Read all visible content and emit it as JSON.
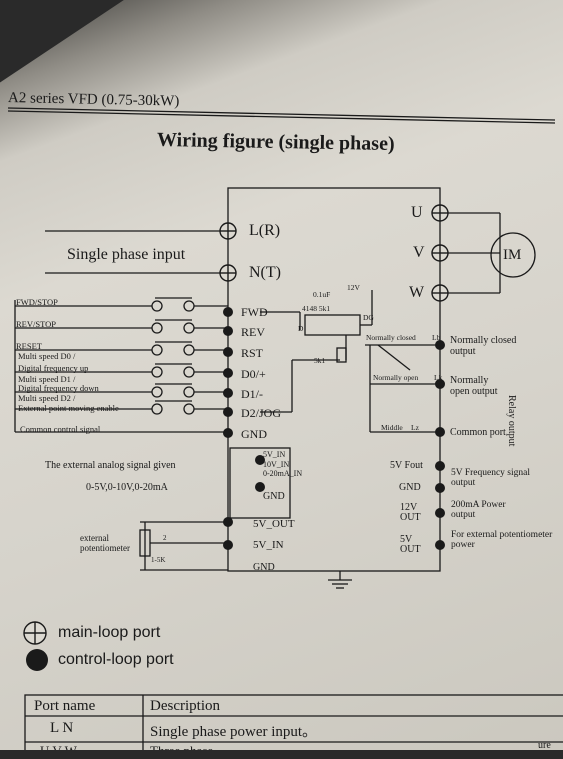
{
  "header": {
    "title": "A2   series VFD (0.75-30kW)"
  },
  "figure_title": "Wiring figure (single phase)",
  "input": {
    "label": "Single phase input",
    "l_port": "L(R)",
    "n_port": "N(T)"
  },
  "motor": {
    "label": "IM",
    "u": "U",
    "v": "V",
    "w": "W"
  },
  "left_signals": [
    "FWD/STOP",
    "REV/STOP",
    "RESET",
    "Multi speed D0 /",
    "Digital frequency  up",
    "Multi speed D1 /",
    "Digital frequency  down",
    "Multi speed D2 /",
    "External point moving enable",
    "Common control signal"
  ],
  "terminals": [
    "FWD",
    "REV",
    "RST",
    "D0/+",
    "D1/-",
    "D2/JOG",
    "GND"
  ],
  "relay": {
    "cap": "0.1uF",
    "v12": "12V",
    "diode": "4148 5k1",
    "dg": "DG",
    "d": "D",
    "r": "5k1",
    "nc": "Normally closed",
    "no": "Normally open",
    "mid": "Middle",
    "lb": "Lb",
    "lk": "Lk",
    "lz": "Lz"
  },
  "outputs": {
    "nc": "Normally closed output",
    "no": "Normally open output",
    "common": "Common port",
    "relay": "Relay output"
  },
  "analog": {
    "title": "The external analog signal given",
    "range": "0-5V,0-10V,0-20mA",
    "in1": "5V_IN",
    "in2": "10V_IN",
    "in3": "0-20mA_IN",
    "gnd": "GND"
  },
  "freq": {
    "term5v": "5V Fout",
    "gnd": "GND",
    "desc": "5V Frequency signal output"
  },
  "power12": {
    "term": "12V OUT",
    "desc": "200mA Power output"
  },
  "power5": {
    "term": "5V OUT",
    "desc": "For external potentiometer power"
  },
  "pot": {
    "label": "external potentiometer",
    "r": "1-5K",
    "pin": "2",
    "out": "5V_OUT",
    "in": "5V_IN",
    "gnd": "GND"
  },
  "legend": {
    "main": "main-loop port",
    "control": "control-loop port"
  },
  "table": {
    "headers": [
      "Port name",
      "Description"
    ],
    "rows": [
      [
        "L    N",
        "Single phase power input。"
      ],
      [
        "U    V    W",
        "Three phase..."
      ]
    ]
  },
  "page_corner": "ure"
}
